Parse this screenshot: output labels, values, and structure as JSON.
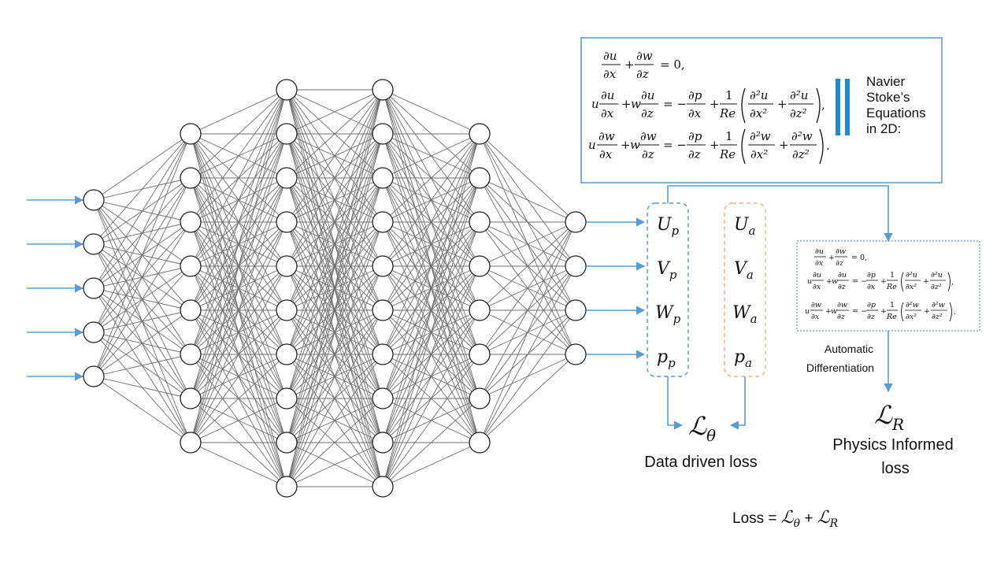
{
  "colors": {
    "accent": "#5b9bd5",
    "accent_dark": "#2e75b6",
    "accent_bar": "#1f8ac9",
    "orange": "#f4b183",
    "node_stroke": "#222222",
    "edge": "#6e6e6e",
    "text": "#111111"
  },
  "network": {
    "layers": [
      5,
      8,
      10,
      10,
      8,
      4
    ]
  },
  "equations": {
    "terms": {
      "du": "∂u",
      "dx": "∂x",
      "dw": "∂w",
      "dz": "∂z",
      "dp": "∂p",
      "one": "1",
      "Re": "Re",
      "d2u": "∂²u",
      "d2w": "∂²w",
      "dx2": "∂x²",
      "dz2": "∂z²",
      "u": "u",
      "w": "w",
      "eq_zero": "=  0,",
      "eq_minus": "= −",
      "plus": "+",
      "comma": ",",
      "period": "."
    }
  },
  "navier_stokes_label": [
    "Navier",
    "Stoke’s",
    "Equations",
    "in 2D:"
  ],
  "predicted_outputs": [
    {
      "base": "U",
      "sub": "p"
    },
    {
      "base": "V",
      "sub": "p"
    },
    {
      "base": "W",
      "sub": "p"
    },
    {
      "base": "p",
      "sub": "p"
    }
  ],
  "actual_outputs": [
    {
      "base": "U",
      "sub": "a"
    },
    {
      "base": "V",
      "sub": "a"
    },
    {
      "base": "W",
      "sub": "a"
    },
    {
      "base": "p",
      "sub": "a"
    }
  ],
  "automatic_differentiation": [
    "Automatic",
    "Differentiation"
  ],
  "loss_theta": {
    "base": "ℒ",
    "sub": "θ"
  },
  "loss_r": {
    "base": "ℒ",
    "sub": "R"
  },
  "data_driven_loss": "Data driven loss",
  "physics_informed_loss": [
    "Physics Informed",
    "loss"
  ],
  "total_loss": {
    "prefix": "Loss = ",
    "t1": "ℒ",
    "s1": "θ",
    "plus": " + ",
    "t2": "ℒ",
    "s2": "R"
  }
}
